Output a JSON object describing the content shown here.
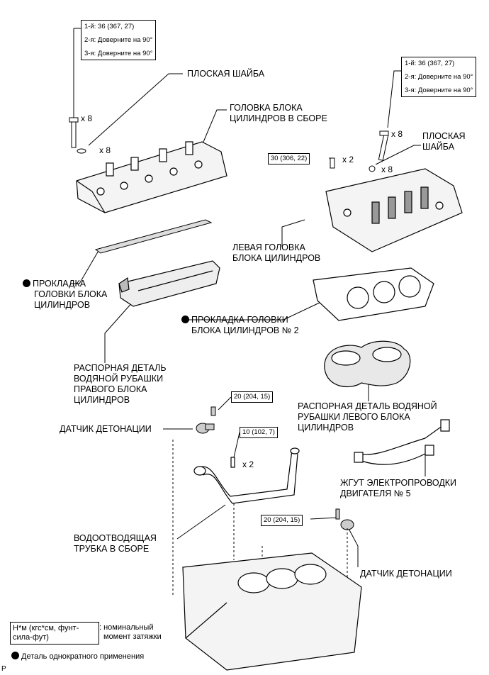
{
  "diagram": {
    "torque_boxes": {
      "left_bolts": {
        "line1": "1-й: 36 (367, 27)",
        "line2": "2-я: Доверните на 90°",
        "line3": "3-я: Доверните на 90°"
      },
      "right_bolts": {
        "line1": "1-й: 36 (367, 27)",
        "line2": "2-я: Доверните на 90°",
        "line3": "3-я: Доверните на 90°"
      },
      "small_bolt_right_head": "30 (306, 22)",
      "knock_sensor_top": "20 (204, 15)",
      "water_pipe_bolt": "10 (102, 7)",
      "knock_sensor_bottom": "20 (204, 15)"
    },
    "quantities": {
      "left_bolt_x8": "x 8",
      "left_washer_x8": "x 8",
      "right_bolt_x8": "x 8",
      "right_washer_x8": "x 8",
      "right_small_bolt_x2": "x 2",
      "pipe_bolt_x2": "x 2"
    },
    "labels": {
      "flat_washer_left": "ПЛОСКАЯ ШАЙБА",
      "cyl_head_assy_1": "ГОЛОВКА БЛОКА",
      "cyl_head_assy_2": "ЦИЛИНДРОВ В СБОРЕ",
      "flat_washer_right_1": "ПЛОСКАЯ",
      "flat_washer_right_2": "ШАЙБА",
      "left_head_1": "ЛЕВАЯ ГОЛОВКА",
      "left_head_2": "БЛОКА ЦИЛИНДРОВ",
      "gasket_1": "ПРОКЛАДКА",
      "gasket_2": "ГОЛОВКИ БЛОКА",
      "gasket_3": "ЦИЛИНДРОВ",
      "gasket2_1": "ПРОКЛАДКА ГОЛОВКИ",
      "gasket2_2": "БЛОКА ЦИЛИНДРОВ № 2",
      "spacer_right_1": "РАСПОРНАЯ ДЕТАЛЬ",
      "spacer_right_2": "ВОДЯНОЙ РУБАШКИ",
      "spacer_right_3": "ПРАВОГО БЛОКА",
      "spacer_right_4": "ЦИЛИНДРОВ",
      "spacer_left_1": "РАСПОРНАЯ ДЕТАЛЬ ВОДЯНОЙ",
      "spacer_left_2": "РУБАШКИ ЛЕВОГО БЛОКА",
      "spacer_left_3": "ЦИЛИНДРОВ",
      "knock_sensor_left": "ДАТЧИК ДЕТОНАЦИИ",
      "harness_1": "ЖГУТ ЭЛЕКТРОПРОВОДКИ",
      "harness_2": "ДВИГАТЕЛЯ № 5",
      "water_pipe_1": "ВОДООТВОДЯЩАЯ",
      "water_pipe_2": "ТРУБКА В СБОРЕ",
      "knock_sensor_right": "ДАТЧИК ДЕТОНАЦИИ"
    },
    "legend": {
      "unit_1": "Н*м (кгс*см, фунт-",
      "unit_2": "сила-фут)",
      "unit_desc_1": ": номинальный",
      "unit_desc_2": "момент затяжки",
      "single_use": "Деталь однократного применения",
      "corner_mark": "P"
    }
  }
}
